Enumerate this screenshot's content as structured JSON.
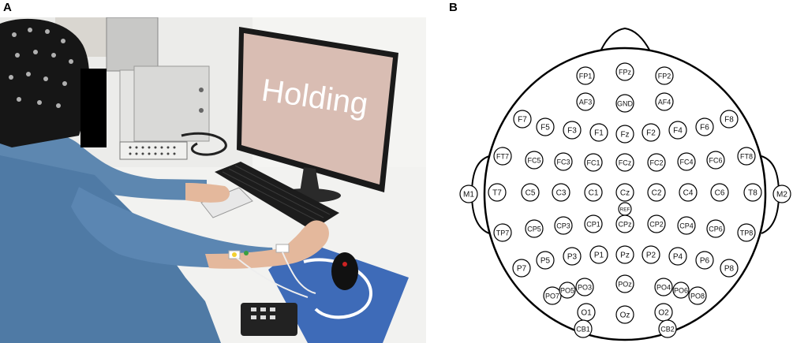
{
  "panel_a": {
    "label": "A",
    "monitor_text": "Holding"
  },
  "panel_b": {
    "label": "B",
    "electrodes": [
      "FP1",
      "FPz",
      "FP2",
      "AF3",
      "GND",
      "AF4",
      "F7",
      "F5",
      "F3",
      "F1",
      "Fz",
      "F2",
      "F4",
      "F6",
      "F8",
      "FT7",
      "FC5",
      "FC3",
      "FC1",
      "FCz",
      "FC2",
      "FC4",
      "FC6",
      "FT8",
      "M1",
      "T7",
      "C5",
      "C3",
      "C1",
      "Cz",
      "C2",
      "C4",
      "C6",
      "T8",
      "M2",
      "REF",
      "TP7",
      "CP5",
      "CP3",
      "CP1",
      "CPz",
      "CP2",
      "CP4",
      "CP6",
      "TP8",
      "P7",
      "P5",
      "P3",
      "P1",
      "Pz",
      "P2",
      "P4",
      "P6",
      "P8",
      "PO7",
      "PO5",
      "PO3",
      "POz",
      "PO4",
      "PO6",
      "PO8",
      "O1",
      "Oz",
      "O2",
      "CB1",
      "CB2"
    ]
  },
  "colors": {
    "line": "#000000",
    "background": "#ffffff"
  }
}
